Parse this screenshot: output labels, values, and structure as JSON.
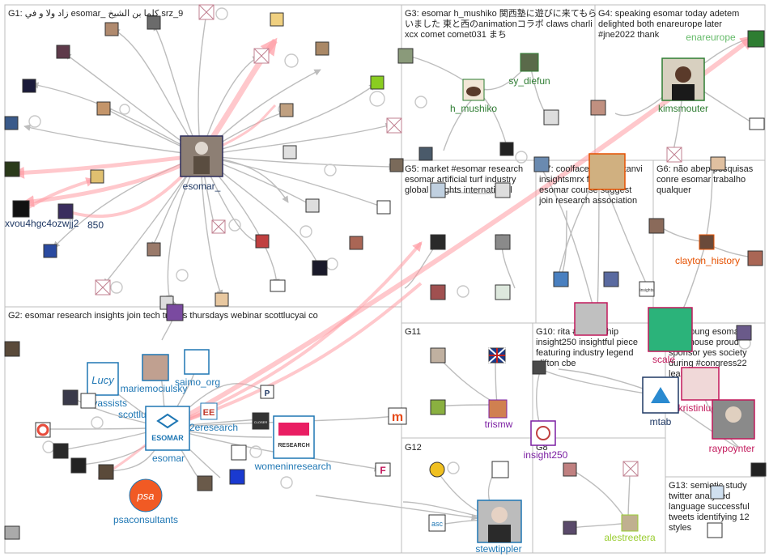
{
  "groups": [
    {
      "id": "G1",
      "lines": [
        "G1: زاد ولا و في  esomar_ كلما بن الشيخ  srz_9"
      ]
    },
    {
      "id": "G2",
      "lines": [
        "G2: esomar research insights join tech trends thursdays webinar scottlucyai co"
      ]
    },
    {
      "id": "G3",
      "lines": [
        "G3: esomar h_mushiko 関西塾に遊びに来てもら",
        "いました 東と西のanimationコラボ claws charli",
        "xcx comet comet031 まち"
      ]
    },
    {
      "id": "G4",
      "lines": [
        "G4: speaking esomar today adetem",
        "delighted both enareurope later",
        "#jne2022 thank"
      ]
    },
    {
      "id": "G5",
      "lines": [
        "G5: market #esomar research",
        "esomar artificial turf industry",
        "global insights international"
      ]
    },
    {
      "id": "G6",
      "lines": [
        "G6: não abep pesquisas",
        "conre esomar trabalho",
        "qualquer"
      ]
    },
    {
      "id": "G7",
      "lines": [
        "G7: coolfacejane proftanvi",
        "insightsmrx finn01",
        "esomar course suggest",
        "join research association"
      ]
    },
    {
      "id": "G8",
      "lines": [
        "G8"
      ]
    },
    {
      "id": "G9",
      "lines": [
        "G9: young esomar",
        "scalehouse proud",
        "sponsor yes society",
        "during #congress22",
        "learn"
      ]
    },
    {
      "id": "G10",
      "lines": [
        "G10: rita #leadership",
        "insight250 insightful piece",
        "featuring industry legend",
        "clifton cbe"
      ]
    },
    {
      "id": "G11",
      "lines": [
        "G11"
      ]
    },
    {
      "id": "G12",
      "lines": [
        "G12"
      ]
    },
    {
      "id": "G13",
      "lines": [
        "G13: semiotic study",
        "twitter analysed",
        "language successful",
        "tweets identifying 12",
        "styles"
      ]
    }
  ],
  "labels": {
    "esomar_": "esomar_",
    "xvou4hgc4ozwjj2": "xvou4hgc4ozwjj2",
    "n850": "850",
    "h_mushiko": "h_mushiko",
    "sy_diefun": "sy_diefun",
    "enareurope": "enareurope",
    "kimsmouter": "kimsmouter",
    "clayton_history": "clayton_history",
    "lucyassists": "lucyassists",
    "mariemociulsky": "mariemociulsky",
    "saimo_org": "saimo_org",
    "scottlu": "scottlu",
    "eresearch": "2eresearch",
    "esomar": "esomar",
    "womeninresearch": "womeninresearch",
    "psaconsultants": "psaconsultants",
    "trismw": "trismw",
    "insight250": "insight250",
    "mtab": "mtab",
    "kristinluck": "kristinluck",
    "scale": "scale",
    "raypoynter": "raypoynter",
    "stewtippler": "stewtippler",
    "alestreetera": "alestreetera"
  },
  "icon_text": {
    "lucy": "Lucy",
    "esomar_logo": "ESOMAR",
    "psa": "psa",
    "ee": "EE",
    "womeninresearch_logo": "RESEARCH",
    "p_badge": "P",
    "m_logo": "m",
    "f_logo": "F",
    "asc": "asc",
    "insights": "insights",
    "closer": "CLOSER"
  },
  "colors": {
    "group_border": "#bdbdbd",
    "edge": "#bdbdbd",
    "heavy_edge": "#ff9aa2",
    "label_dark": "#1f3864",
    "label_blue": "#1f77b4",
    "label_green": "#2e7d32",
    "label_lightgreen": "#66bb6a",
    "label_orange": "#e65100",
    "label_purple": "#7b1fa2",
    "label_lime": "#9acd32",
    "label_magenta": "#c2185b"
  }
}
